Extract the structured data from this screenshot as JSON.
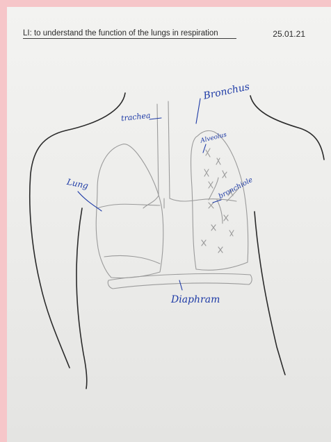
{
  "page": {
    "lesson_title": "LI: to understand the function of the lungs in respiration",
    "date": "25.01.21"
  },
  "labels": {
    "trachea": "trachea",
    "bronchus": "Bronchus",
    "alveolus": "Alveolus",
    "lung": "Lung",
    "bronchiole": "bronchiole",
    "diaphragm": "Diaphram"
  },
  "colors": {
    "background": "#f6c6c9",
    "paper": "#efefed",
    "pencil": "#9a9a9a",
    "outline": "#2a2a2a",
    "ink": "#1d3aa6"
  }
}
